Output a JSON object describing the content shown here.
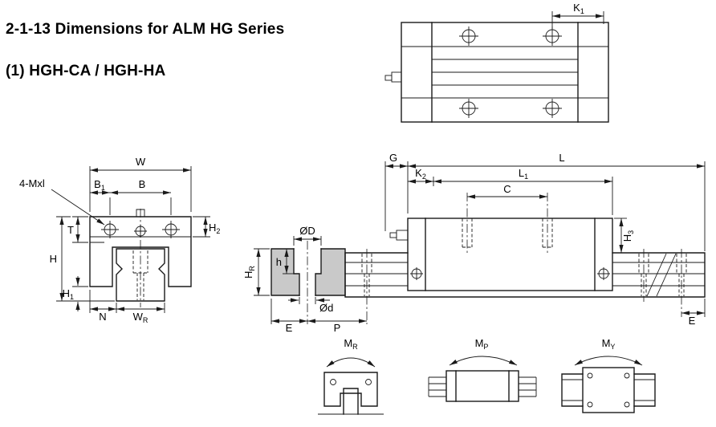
{
  "page": {
    "title": "2-1-13 Dimensions for ALM HG Series",
    "subtitle": "(1) HGH-CA / HGH-HA"
  },
  "colors": {
    "line": "#1a1a1a",
    "rail_section_fill": "#c9c9c9",
    "background": "#ffffff"
  },
  "dims": {
    "k1": {
      "base": "K",
      "sub": "1"
    },
    "w": "W",
    "four_mxl": "4-Mxl",
    "b1": {
      "base": "B",
      "sub": "1"
    },
    "b": "B",
    "h2": {
      "base": "H",
      "sub": "2"
    },
    "t": "T",
    "h": "H",
    "h1": {
      "base": "H",
      "sub": "1"
    },
    "n": "N",
    "wr": {
      "base": "W",
      "sub": "R"
    },
    "od_counterbore": "ØD",
    "h_depth": "h",
    "hr": {
      "base": "H",
      "sub": "R"
    },
    "od_through": "Ød",
    "e": "E",
    "p": "P",
    "g": "G",
    "l": "L",
    "k2": {
      "base": "K",
      "sub": "2"
    },
    "l1": {
      "base": "L",
      "sub": "1"
    },
    "c": "C",
    "h3": {
      "base": "H",
      "sub": "3"
    },
    "mr": {
      "base": "M",
      "sub": "R"
    },
    "mp": {
      "base": "M",
      "sub": "P"
    },
    "my": {
      "base": "M",
      "sub": "Y"
    }
  }
}
